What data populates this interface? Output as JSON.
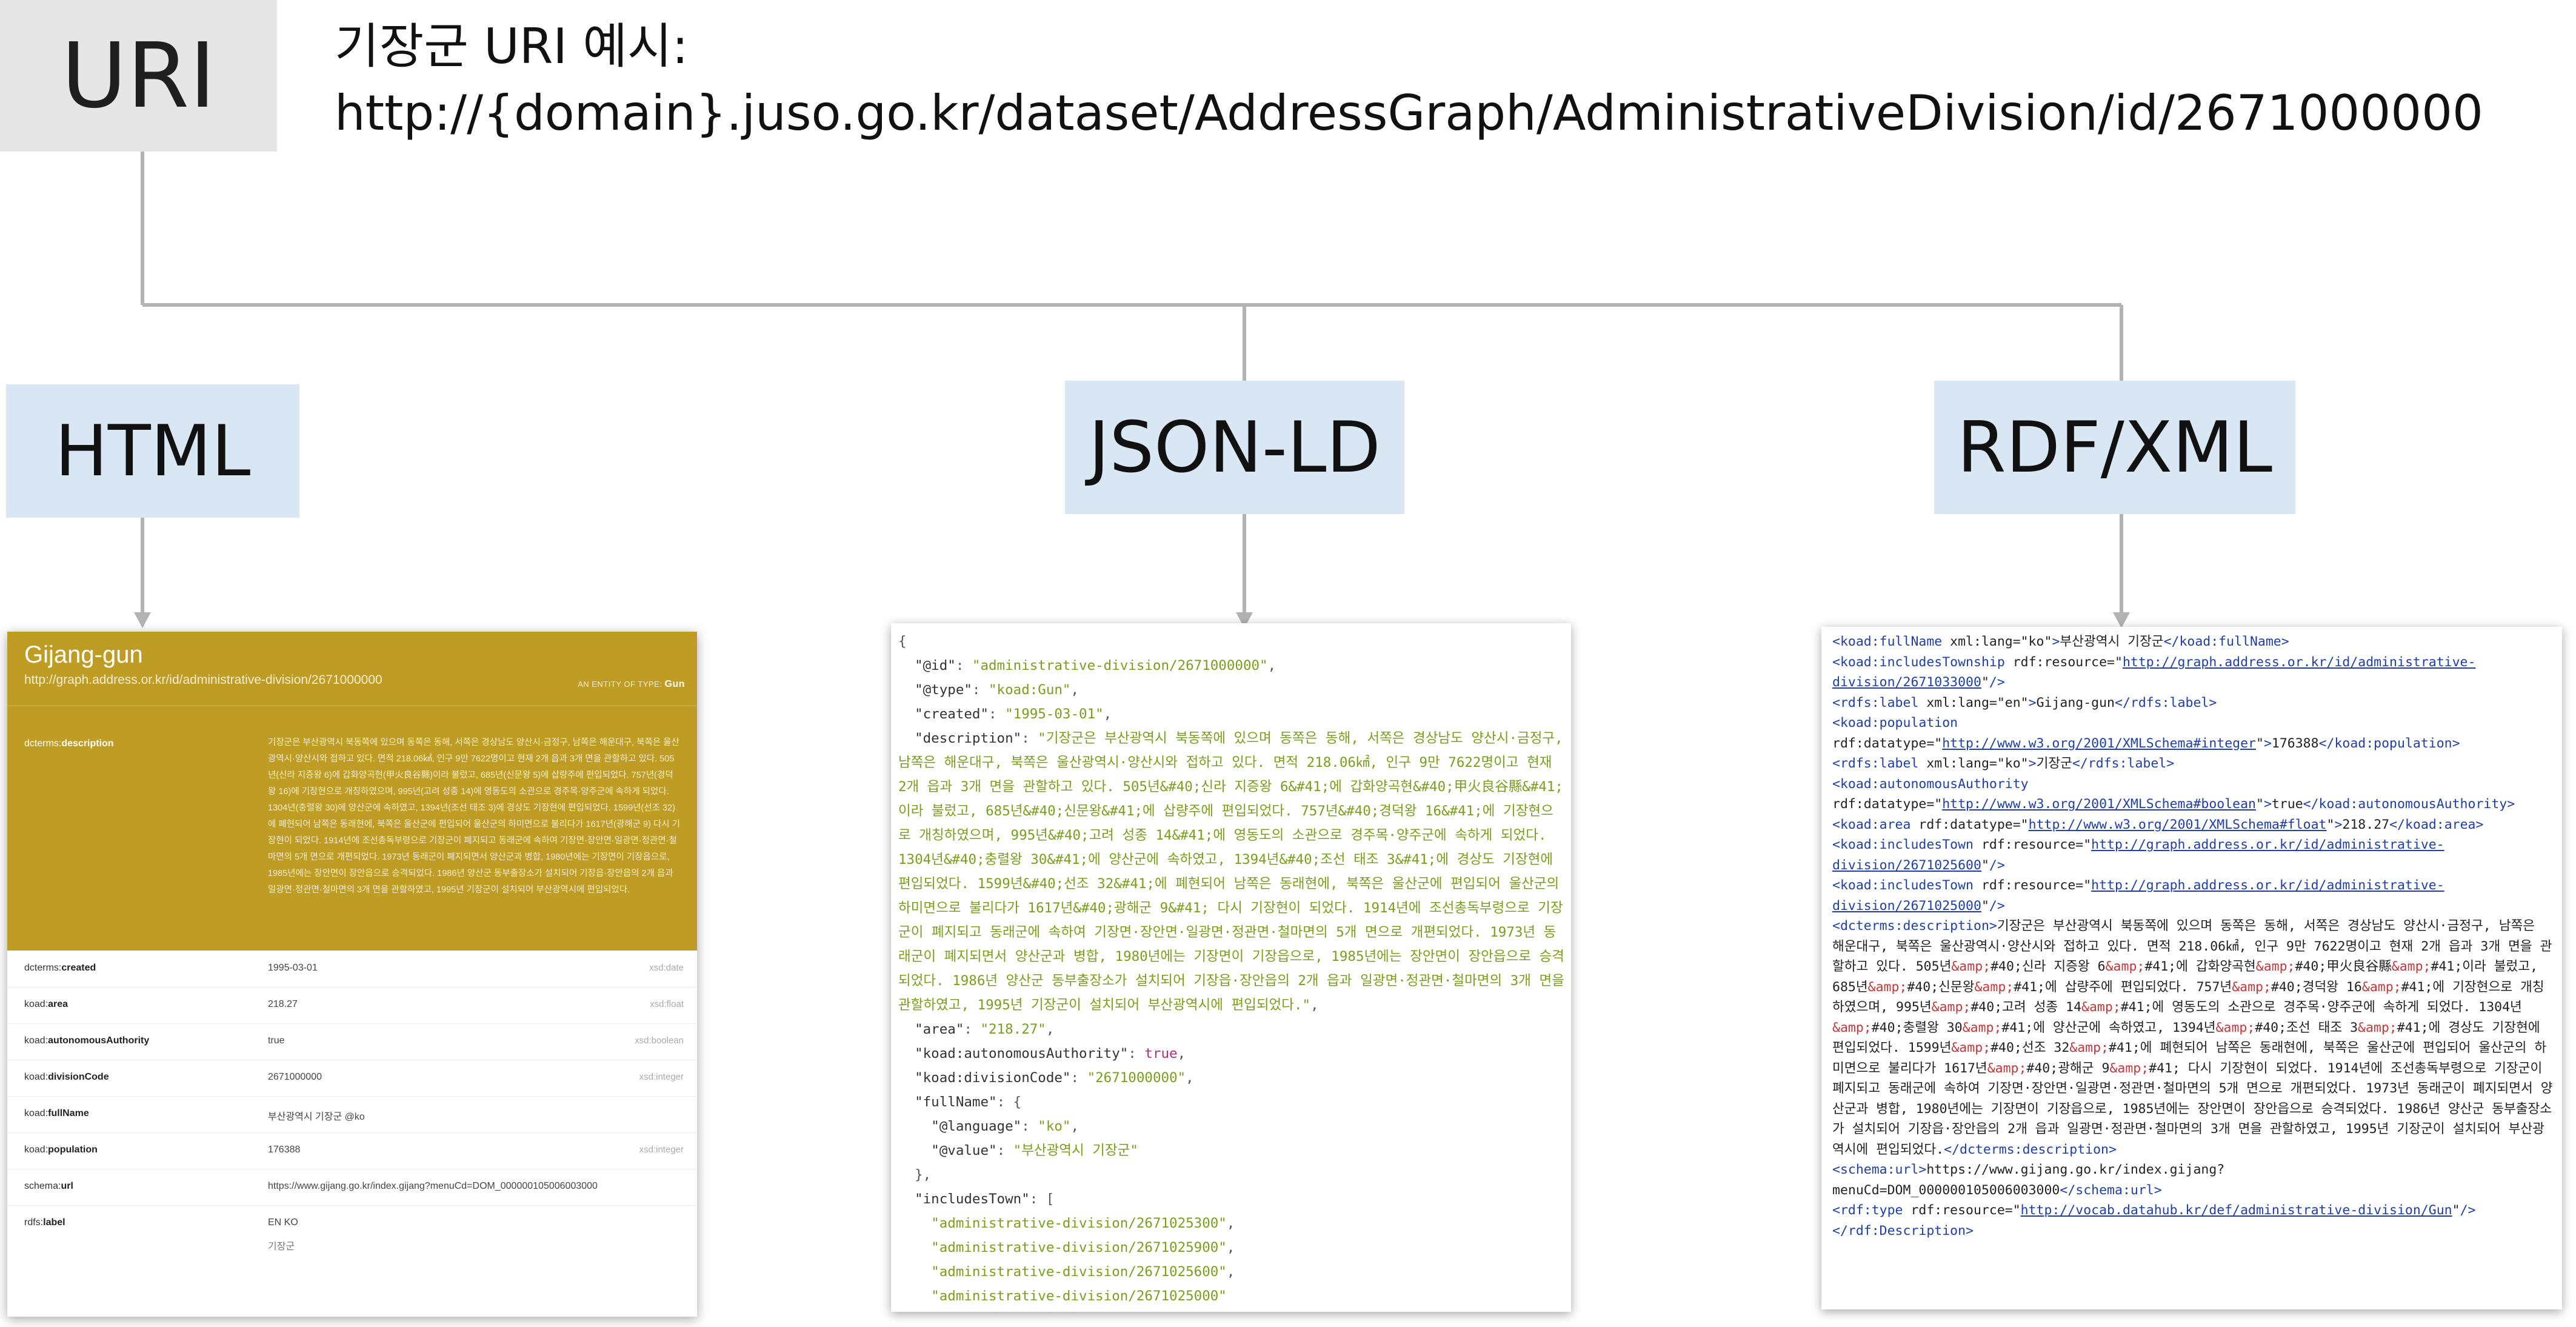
{
  "header": {
    "uri_label": "URI",
    "caption_line1": "기장군 URI 예시:",
    "caption_line2": "http://{domain}.juso.go.kr/dataset/AddressGraph/AdministrativeDivision/id/2671000000"
  },
  "formats": {
    "html": "HTML",
    "jsonld": "JSON-LD",
    "rdfxml": "RDF/XML"
  },
  "colors": {
    "uri_box": "#e6e6e6",
    "format_box": "#d9e6f4",
    "connector": "#b3b3b3",
    "html_panel_header": "#bf9c24"
  },
  "html_panel": {
    "title": "Gijang-gun",
    "uri": "http://graph.address.or.kr/id/administrative-division/2671000000",
    "entity_prefix": "AN ENTITY OF TYPE:",
    "entity_type": "Gun",
    "description_key_prefix": "dcterms:",
    "description_key_name": "description",
    "description_text": "기장군은 부산광역시 북동쪽에 있으며 동쪽은 동해, 서쪽은 경상남도 양산시·금정구, 남쪽은 해운대구, 북쪽은 울산광역시·양산시와 접하고 있다. 면적 218.06㎢, 인구 9만 7622명이고 현재 2개 읍과 3개 면을 관할하고 있다. 505년(신라 지증왕 6)에 갑화양곡현(甲火良谷縣)이라 불렀고, 685년(신문왕 5)에 삽량주에 편입되었다. 757년(경덕왕 16)에 기장현으로 개칭하였으며, 995년(고려 성종 14)에 영동도의 소관으로 경주목·양주군에 속하게 되었다. 1304년(충렬왕 30)에 양산군에 속하였고, 1394년(조선 태조 3)에 경상도 기장현에 편입되었다. 1599년(선조 32)에 폐현되어 남쪽은 동래현에, 북쪽은 울산군에 편입되어 울산군의 하미면으로 불리다가 1617년(광해군 9) 다시 기장현이 되었다. 1914년에 조선총독부령으로 기장군이 폐지되고 동래군에 속하여 기장면·장안면·일광면·정관면·철마면의 5개 면으로 개편되었다. 1973년 동래군이 폐지되면서 양산군과 병합, 1980년에는 기장면이 기장읍으로, 1985년에는 장안면이 장안읍으로 승격되었다. 1986년 양산군 동부출장소가 설치되어 기장읍·장안읍의 2개 읍과 일광면·정관면·철마면의 3개 면을 관할하였고, 1995년 기장군이 설치되어 부산광역시에 편입되었다.",
    "rows": [
      {
        "prefix": "dcterms:",
        "name": "created",
        "value": "1995-03-01",
        "type": "xsd:date"
      },
      {
        "prefix": "koad:",
        "name": "area",
        "value": "218.27",
        "type": "xsd:float"
      },
      {
        "prefix": "koad:",
        "name": "autonomousAuthority",
        "value": "true",
        "type": "xsd:boolean"
      },
      {
        "prefix": "koad:",
        "name": "divisionCode",
        "value": "2671000000",
        "type": "xsd:integer"
      },
      {
        "prefix": "koad:",
        "name": "fullName",
        "value": "부산광역시 기장군 @ko",
        "type": ""
      },
      {
        "prefix": "koad:",
        "name": "population",
        "value": "176388",
        "type": "xsd:integer"
      },
      {
        "prefix": "schema:",
        "name": "url",
        "value": "https://www.gijang.go.kr/index.gijang?menuCd=DOM_000000105006003000",
        "type": ""
      },
      {
        "prefix": "rdfs:",
        "name": "label",
        "value": "EN KO",
        "type": ""
      }
    ],
    "label_ko_value": "기장군"
  },
  "json_panel": {
    "code": "{\n  \"@id\": \"administrative-division/2671000000\",\n  \"@type\": \"koad:Gun\",\n  \"created\": \"1995-03-01\",\n  \"description\": \"기장군은 부산광역시 북동쪽에 있으며 동쪽은 동해, 서쪽은 경상남도 양산시·금정구, 남쪽은 해운대구, 북쪽은 울산광역시·양산시와 접하고 있다. 면적 218.06㎢, 인구 9만 7622명이고 현재 2개 읍과 3개 면을 관할하고 있다. 505년&#40;신라 지증왕 6&#41;에 갑화양곡현&#40;甲火良谷縣&#41;이라 불렀고, 685년&#40;신문왕&#41;에 삽량주에 편입되었다. 757년&#40;경덕왕 16&#41;에 기장현으로 개칭하였으며, 995년&#40;고려 성종 14&#41;에 영동도의 소관으로 경주목·양주군에 속하게 되었다. 1304년&#40;충렬왕 30&#41;에 양산군에 속하였고, 1394년&#40;조선 태조 3&#41;에 경상도 기장현에 편입되었다. 1599년&#40;선조 32&#41;에 폐현되어 남쪽은 동래현에, 북쪽은 울산군에 편입되어 울산군의 하미면으로 불리다가 1617년&#40;광해군 9&#41; 다시 기장현이 되었다. 1914년에 조선총독부령으로 기장군이 폐지되고 동래군에 속하여 기장면·장안면·일광면·정관면·철마면의 5개 면으로 개편되었다. 1973년 동래군이 폐지되면서 양산군과 병합, 1980년에는 기장면이 기장읍으로, 1985년에는 장안면이 장안읍으로 승격되었다. 1986년 양산군 동부출장소가 설치되어 기장읍·장안읍의 2개 읍과 일광면·정관면·철마면의 3개 면을 관할하였고, 1995년 기장군이 설치되어 부산광역시에 편입되었다.\",\n  \"area\": \"218.27\",\n  \"koad:autonomousAuthority\": true,\n  \"koad:divisionCode\": \"2671000000\",\n  \"fullName\": {\n    \"@language\": \"ko\",\n    \"@value\": \"부산광역시 기장군\"\n  },\n  \"includesTown\": [\n    \"administrative-division/2671025300\",\n    \"administrative-division/2671025900\",\n    \"administrative-division/2671025600\",\n    \"administrative-division/2671025000\"\n  ],"
  },
  "rdf_panel": {
    "code": "<koad:fullName xml:lang=\"ko\">부산광역시 기장군</koad:fullName>\n<koad:includesTownship rdf:resource=\"http://graph.address.or.kr/id/administrative-division/2671033000\"/>\n<rdfs:label xml:lang=\"en\">Gijang-gun</rdfs:label>\n<koad:population rdf:datatype=\"http://www.w3.org/2001/XMLSchema#integer\">176388</koad:population>\n<rdfs:label xml:lang=\"ko\">기장군</rdfs:label>\n<koad:autonomousAuthority rdf:datatype=\"http://www.w3.org/2001/XMLSchema#boolean\">true</koad:autonomousAuthority>\n<koad:area rdf:datatype=\"http://www.w3.org/2001/XMLSchema#float\">218.27</koad:area>\n<koad:includesTown rdf:resource=\"http://graph.address.or.kr/id/administrative-division/2671025600\"/>\n<koad:includesTown rdf:resource=\"http://graph.address.or.kr/id/administrative-division/2671025000\"/>\n<dcterms:description>기장군은 부산광역시 북동쪽에 있으며 동쪽은 동해, 서쪽은 경상남도 양산시·금정구, 남쪽은 해운대구, 북쪽은 울산광역시·양산시와 접하고 있다. 면적 218.06㎢, 인구 9만 7622명이고 현재 2개 읍과 3개 면을 관할하고 있다. 505년&amp;#40;신라 지증왕 6&amp;#41;에 갑화양곡현&amp;#40;甲火良谷縣&amp;#41;이라 불렀고, 685년&amp;#40;신문왕&amp;#41;에 삽량주에 편입되었다. 757년&amp;#40;경덕왕 16&amp;#41;에 기장현으로 개칭하였으며, 995년&amp;#40;고려 성종 14&amp;#41;에 영동도의 소관으로 경주목·양주군에 속하게 되었다. 1304년&amp;#40;충렬왕 30&amp;#41;에 양산군에 속하였고, 1394년&amp;#40;조선 태조 3&amp;#41;에 경상도 기장현에 편입되었다. 1599년&amp;#40;선조 32&amp;#41;에 폐현되어 남쪽은 동래현에, 북쪽은 울산군에 편입되어 울산군의 하미면으로 불리다가 1617년&amp;#40;광해군 9&amp;#41; 다시 기장현이 되었다. 1914년에 조선총독부령으로 기장군이 폐지되고 동래군에 속하여 기장면·장안면·일광면·정관면·철마면의 5개 면으로 개편되었다. 1973년 동래군이 폐지되면서 양산군과 병합, 1980년에는 기장면이 기장읍으로, 1985년에는 장안면이 장안읍으로 승격되었다. 1986년 양산군 동부출장소가 설치되어 기장읍·장안읍의 2개 읍과 일광면·정관면·철마면의 3개 면을 관할하였고, 1995년 기장군이 설치되어 부산광역시에 편입되었다.</dcterms:description>\n<schema:url>https://www.gijang.go.kr/index.gijang?menuCd=DOM_000000105006003000</schema:url>\n<rdf:type rdf:resource=\"http://vocab.datahub.kr/def/administrative-division/Gun\"/>\n</rdf:Description>"
  }
}
